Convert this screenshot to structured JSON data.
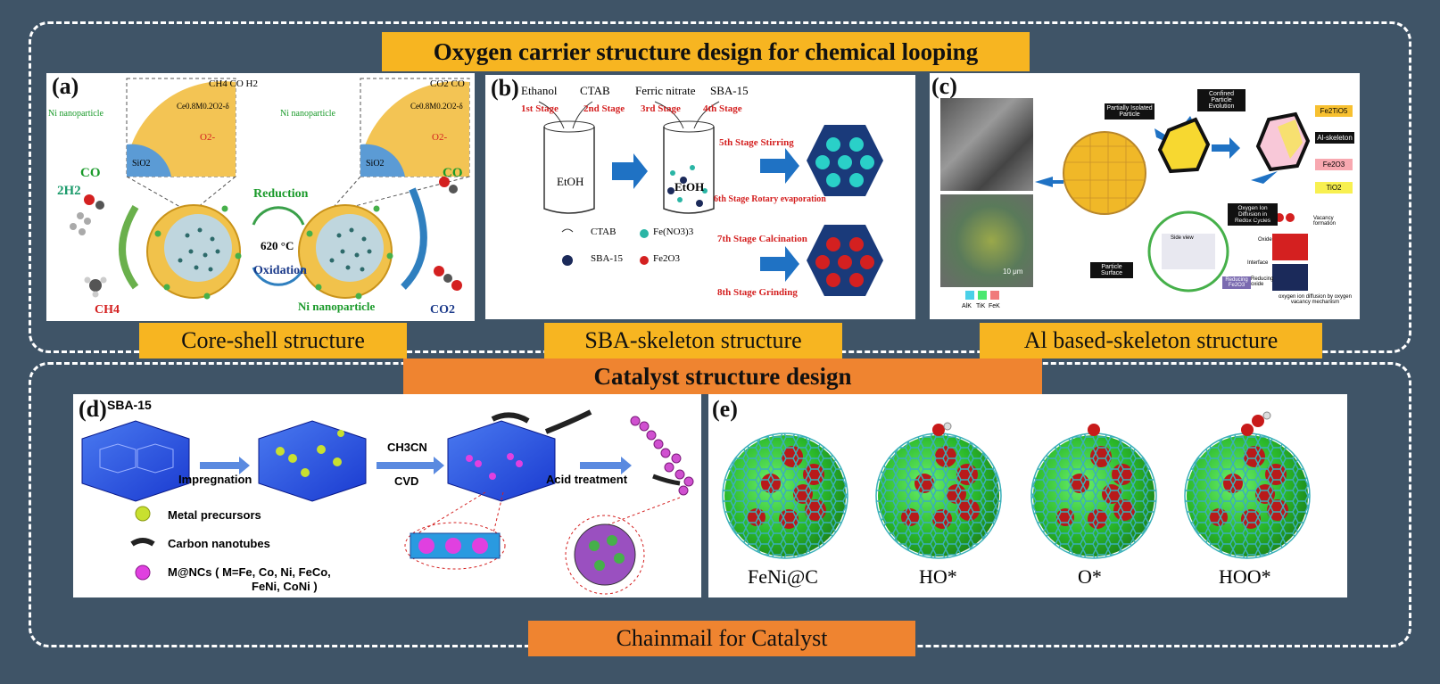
{
  "banners": {
    "top": "Oxygen carrier structure design for chemical looping",
    "core_shell": "Core-shell structure",
    "sba_skeleton": "SBA-skeleton structure",
    "al_skeleton": "Al based-skeleton structure",
    "catalyst": "Catalyst structure design",
    "chainmail": "Chainmail for Catalyst"
  },
  "panel_a": {
    "label": "(a)",
    "ni_nanoparticle_1": "Ni nanoparticle",
    "ni_nanoparticle_2": "Ni nanoparticle",
    "ni_nanoparticle_3": "Ni nanoparticle",
    "shell_formula_1": "Ce0.8M0.2O2-δ",
    "shell_formula_2": "Ce0.8M0.2O2-δ",
    "sio2_1": "SiO2",
    "sio2_2": "SiO2",
    "o2_1": "O2-",
    "o2_2": "O2-",
    "ch4_co_h2": "CH4 CO H2",
    "co2_co": "CO2 CO",
    "co_left": "CO",
    "h2_left": "2H2",
    "co_right": "CO",
    "ch4": "CH4",
    "co2": "CO2",
    "reduction": "Reduction",
    "temperature": "620 °C",
    "oxidation": "Oxidation"
  },
  "panel_b": {
    "label": "(b)",
    "ethanol": "Ethanol",
    "ctab": "CTAB",
    "ferric_nitrate": "Ferric nitrate",
    "sba15": "SBA-15",
    "stage1": "1st Stage",
    "stage2": "2nd Stage",
    "stage3": "3rd Stage",
    "stage4": "4th Stage",
    "stage5": "5th Stage Stirring",
    "stage6": "6th Stage Rotary evaporation",
    "stage7": "7th Stage Calcination",
    "stage8": "8th Stage Grinding",
    "etoh_1": "EtOH",
    "etoh_2": "EtOH",
    "legend_ctab": "CTAB",
    "legend_fe_no3": "Fe(NO3)3",
    "legend_sba15": "SBA-15",
    "legend_fe2o3": "Fe2O3"
  },
  "panel_c": {
    "label": "(c)",
    "partially_isolated": "Partially Isolated Particle",
    "confined_evolution": "Confined Particle Evolution",
    "fe_tio3": "Fe2TiO5",
    "al_skeleton": "Al-skeleton",
    "fe2o3": "Fe2O3",
    "tio2": "TiO2",
    "oxygen_ion": "Oxygen Ion Diffusion in Redox Cycles",
    "particle_surface": "Particle Surface",
    "scale": "10 μm",
    "map_alk": "AlK",
    "map_tik": "TiK",
    "map_fek": "FeK",
    "vacancy": "Vacancy formation",
    "oxygen": "Oxygen",
    "oxide": "Oxide",
    "interface": "Interface",
    "reducing": "Reducing oxide",
    "oxygen_diffusion": "oxygen ion diffusion by oxygen vacancy mechanism",
    "side_view": "Side view",
    "reducing_fe2o3": "Reducing Fe2O3"
  },
  "panel_d": {
    "label": "(d)",
    "sba15": "SBA-15",
    "impregnation": "Impregnation",
    "ch3cn": "CH3CN",
    "cvd": "CVD",
    "acid_treatment": "Acid treatment",
    "metal_precursors": "Metal precursors",
    "carbon_nanotubes": "Carbon nanotubes",
    "mncs_line1": "M@NCs ( M=Fe, Co, Ni, FeCo,",
    "mncs_line2": "FeNi, CoNi )"
  },
  "panel_e": {
    "label": "(e)",
    "captions": [
      "FeNi@C",
      "HO*",
      "O*",
      "HOO*"
    ]
  },
  "colors": {
    "background": "#3f5467",
    "banner_yellow": "#f7b521",
    "banner_orange": "#ef8430"
  }
}
